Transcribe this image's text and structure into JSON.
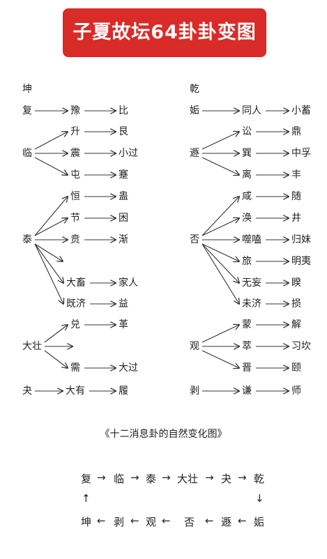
{
  "banner": {
    "title": "子夏故坛64卦卦变图"
  },
  "diagram": {
    "left": {
      "root": "坤",
      "rows": [
        {
          "from": "复",
          "to": [
            "豫"
          ],
          "chain": {
            "豫": "比"
          }
        },
        {
          "from": "临",
          "to": [
            "升",
            "震",
            "屯"
          ],
          "chain": {
            "升": "艮",
            "震": "小过",
            "屯": "蹇"
          }
        },
        {
          "from": "泰",
          "to": [
            "恒",
            "节",
            "贲",
            "大畜",
            "既济"
          ],
          "chain": {
            "恒": "蛊",
            "节": "困",
            "贲": "渐",
            "大畜": "家人",
            "既济": "益"
          }
        },
        {
          "from": "大壮",
          "to": [
            "兑",
            "需"
          ],
          "chain": {
            "兑": "革",
            "需": "大过"
          }
        },
        {
          "from": "夬",
          "to": [
            "大有"
          ],
          "chain": {
            "大有": "履"
          }
        }
      ]
    },
    "right": {
      "root": "乾",
      "rows": [
        {
          "from": "姤",
          "to": [
            "同人"
          ],
          "chain": {
            "同人": "小蓄"
          }
        },
        {
          "from": "遯",
          "to": [
            "讼",
            "巽",
            "离"
          ],
          "chain": {
            "讼": "鼎",
            "巽": "中孚",
            "离": "丰"
          }
        },
        {
          "from": "否",
          "to": [
            "咸",
            "涣",
            "噬嗑",
            "旅",
            "无妄",
            "未济"
          ],
          "chain": {
            "咸": "随",
            "涣": "井",
            "噬嗑": "归妹",
            "旅": "明夷",
            "无妄": "睽",
            "未济": "损"
          }
        },
        {
          "from": "观",
          "to": [
            "蒙",
            "萃",
            "晋"
          ],
          "chain": {
            "蒙": "解",
            "萃": "习坎",
            "晋": "颐"
          }
        },
        {
          "from": "剥",
          "to": [
            "谦"
          ],
          "chain": {
            "谦": "师"
          }
        }
      ]
    }
  },
  "subtitle": "《十二消息卦的自然变化图》",
  "cycle": {
    "top": [
      "复",
      "临",
      "泰",
      "大壮",
      "夬",
      "乾"
    ],
    "bottom": [
      "坤",
      "剥",
      "观",
      "否",
      "遯",
      "姤"
    ],
    "arrow_right": "→",
    "arrow_left": "←",
    "arrow_up": "↑",
    "arrow_down": "↓"
  }
}
